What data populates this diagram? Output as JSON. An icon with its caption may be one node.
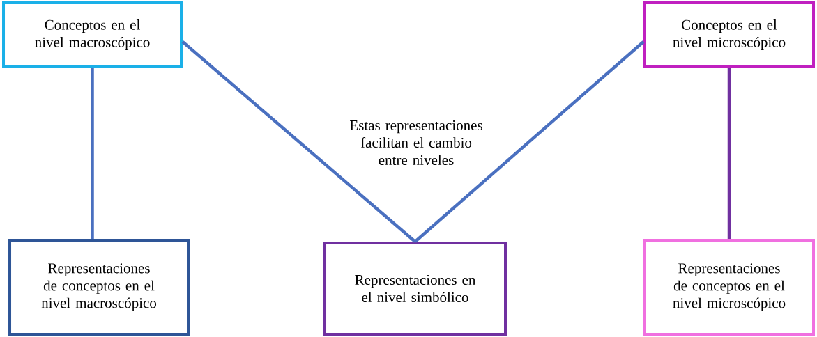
{
  "diagram": {
    "nodes": [
      {
        "text": [
          "Conceptos en el nivel macroscópico"
        ]
      },
      {
        "text": [
          "Conceptos en el nivel microscópico"
        ]
      },
      {
        "text": [
          "Representaciones de conceptos en el nivel macroscópico"
        ]
      },
      {
        "text": [
          "Representaciones en el nivel simbólico"
        ]
      },
      {
        "text": [
          "Representaciones de conceptos en el nivel microscópico"
        ]
      }
    ],
    "edges": [
      {
        "from": 0,
        "to": 2,
        "arrow": "none"
      },
      {
        "from": 0,
        "to": 3,
        "arrow": "none"
      },
      {
        "from": 1,
        "to": 3,
        "arrow": "none"
      },
      {
        "from": 1,
        "to": 4,
        "arrow": "none",
        "color": "#7030a0"
      }
    ],
    "labels": [
      "Estas representaciones facilitan el cambio entre niveles"
    ]
  }
}
